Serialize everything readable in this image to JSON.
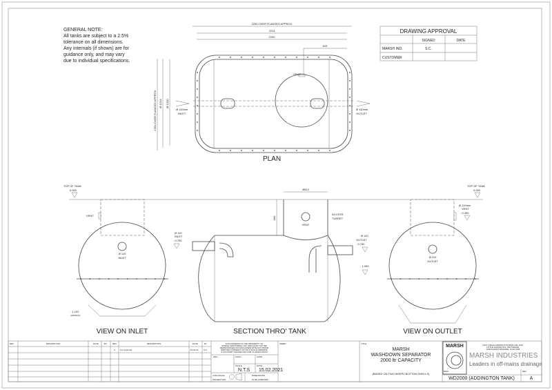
{
  "general_note": {
    "title": "GENERAL NOTE:",
    "lines": [
      "All tanks are subject to a 2.5%",
      "tolerance on all dimensions.",
      "Any internals (if shown) are for",
      "guidance only, and may vary",
      "due to individual specifications."
    ]
  },
  "approval": {
    "title": "DRAWING APPROVAL",
    "col_signed": "SIGNED",
    "col_date": "DATE",
    "rows": [
      {
        "label": "MARSH IND.",
        "signed": "S.C.",
        "date": ""
      },
      {
        "label": "CUSTOMER",
        "signed": "",
        "date": ""
      }
    ]
  },
  "plan": {
    "title": "PLAN",
    "dim_overall": "2254 OVER FLANGES APPROX",
    "dim_2114": "2114",
    "dim_2100": "2100",
    "dim_615": "615",
    "dim_height_overall": "1354 OVER FLANGES APPROX",
    "dim_1214": "Ø 1214",
    "dim_1200": "Ø 1200",
    "vent": "VENT",
    "inlet": [
      "Ø 110mm",
      "INLET"
    ],
    "outlet": [
      "Ø 110mm",
      "OUTLET"
    ]
  },
  "view_inlet": {
    "title": "VIEW ON INLET",
    "top_of_tank": "TOP OF TANK",
    "top_level": "0.000",
    "vent": "VENT",
    "inlet": [
      "Ø 110",
      "INLET"
    ],
    "base_level": "- 1.192",
    "base_note": "(APPROX)"
  },
  "section": {
    "title": "SECTION THRO' TANK",
    "turret_dia": "Ø612",
    "turret_height": "600",
    "vent": "VENT",
    "access_turret": [
      "ACCESS",
      "TURRET"
    ],
    "inlet": [
      "Ø 110",
      "INLET",
      "- 0.700"
    ],
    "outlet": [
      "Ø 110",
      "OUTLET",
      "- 0.750"
    ],
    "level_1050": "- 1.050"
  },
  "view_outlet": {
    "title": "VIEW ON OUTLET",
    "top_of_tank": "TOP OF TANK",
    "top_level": "0.000",
    "vent": [
      "Ø 110mm",
      "VENT",
      "- 0.300"
    ],
    "outlet": [
      "Ø 110",
      "OUTLET"
    ]
  },
  "title_block": {
    "rev_headers": [
      "REV",
      "DESCRIPTION",
      "DATE",
      "BY",
      "REV",
      "DESCRIPTION",
      "DATE",
      "BY"
    ],
    "rev_row": {
      "rev": "A",
      "description": "For Approval",
      "date": "15.02.21",
      "by": "S.C."
    },
    "copyright": [
      "THIS DRAWING IS THE PROPERTY OF",
      "MARSH INDUSTRIES LTD. AND MUST NOT BE",
      "REPRODUCED OR DISCLOSED WITHOUT PRIOR",
      "WRITTEN CONSENT. DO NOT SCALE DRAWING",
      "IF IN DOUBT PLEASE ASK FOR CLARIFICATION"
    ],
    "drn_label": "DRN",
    "chkd_label": "CHKD",
    "appd_label": "APPD",
    "scale_label": "SCALE",
    "scale": "N.T.S",
    "date_label": "DATE",
    "date": "15.02.2021",
    "projection_label": [
      "3 RD ANGLE",
      "PROJECTION"
    ],
    "dims_label": [
      "DIMENSIONS",
      "IN MILLIMETRES"
    ],
    "sheet_label": "SHEET",
    "title_label": "TITLE",
    "title": [
      "MARSH",
      "WASHDOWN SEPARATOR",
      "2000 ltr CAPACITY"
    ],
    "subtitle": "(BASED ON TWO MSEP2 BOTTOM SHELLS)",
    "dwg_label": "DWG",
    "dwg_no": "WD2000 (ADDINGTON TANK)",
    "rev_label": "REV",
    "rev": "A",
    "company_logo": "MARSH",
    "company_address": [
      "UNIT 6 BLKS ADDINGTON PARK IND. EST.",
      "LITTLE ADDINGTON, KETTERING,",
      "NORTHAMPTONSHIRE, NN14 4AB"
    ],
    "company_name": "MARSH INDUSTRIES",
    "tagline": "Leaders in off-mains drainage"
  }
}
